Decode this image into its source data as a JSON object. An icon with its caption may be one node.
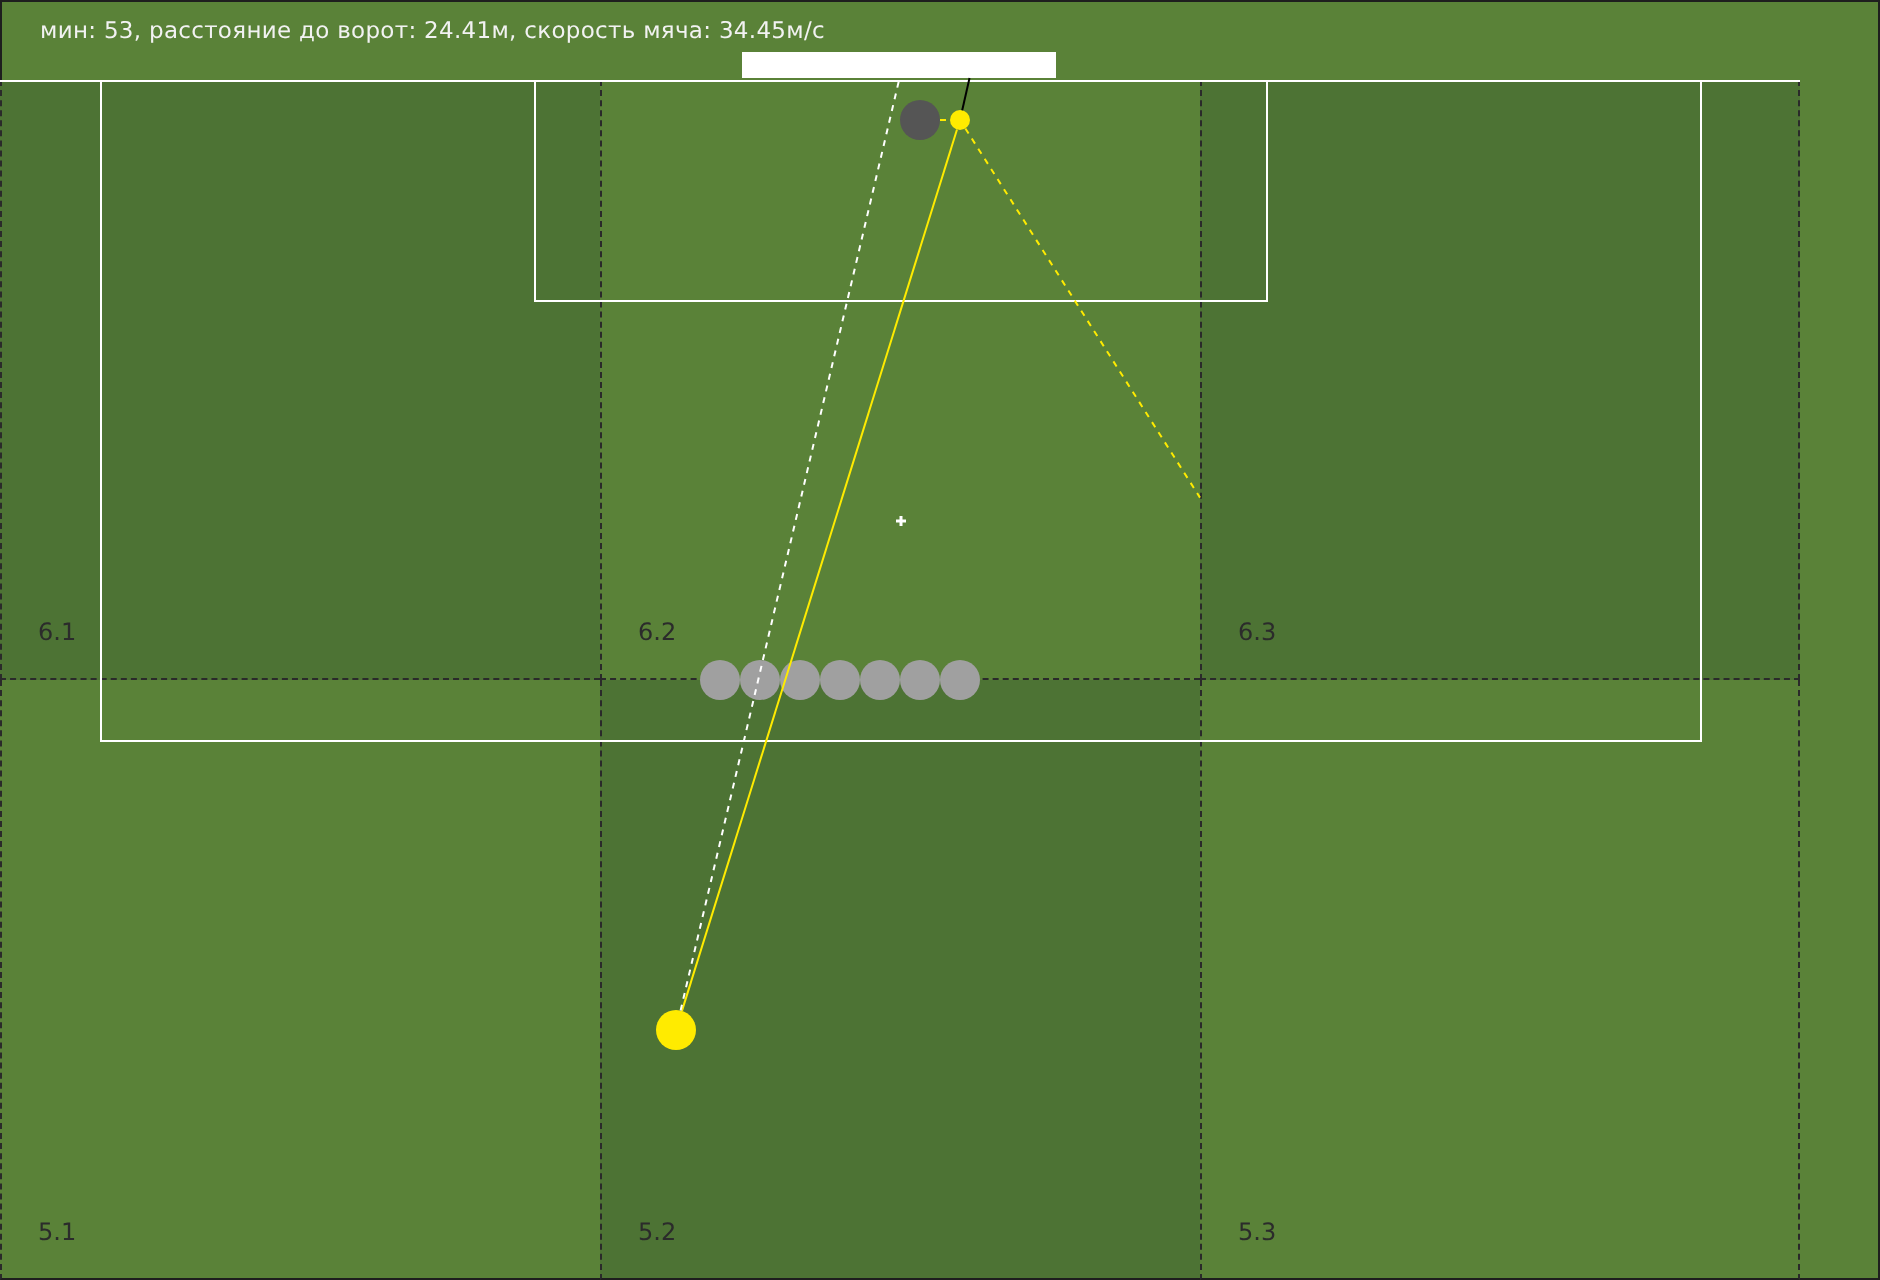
{
  "diagram": {
    "title": "мин: 53, расстояние до ворот: 24.41м, скорость мяча: 34.45м/с",
    "nodes": [
      {
        "text": [],
        "shape": "bar"
      },
      {
        "text": [
          "6.1"
        ]
      },
      {
        "text": [
          "6.2"
        ]
      },
      {
        "text": [],
        "shape": "circle",
        "in": 2
      },
      {
        "text": [],
        "shape": "circle",
        "in": 2
      },
      {
        "text": [
          "6.3"
        ]
      },
      {
        "text": [
          "5.1"
        ]
      },
      {
        "text": [
          "5.2"
        ]
      },
      {
        "text": [],
        "shape": "circle",
        "in": 7
      },
      {
        "text": [
          "5.3"
        ]
      }
    ],
    "edges": [
      {
        "from": 8,
        "to": 4,
        "arrow": "none"
      },
      {
        "from": 8,
        "to": 0,
        "arrow": "none",
        "style": "dashed",
        "color": "#ffffff"
      },
      {
        "from": 3,
        "to": 4,
        "arrow": "none",
        "style": "dashed"
      },
      {
        "from": 4,
        "to": 5,
        "arrow": "none",
        "style": "dashed"
      },
      {
        "from": 4,
        "to": 0,
        "arrow": "none",
        "color": "#000000"
      }
    ]
  }
}
